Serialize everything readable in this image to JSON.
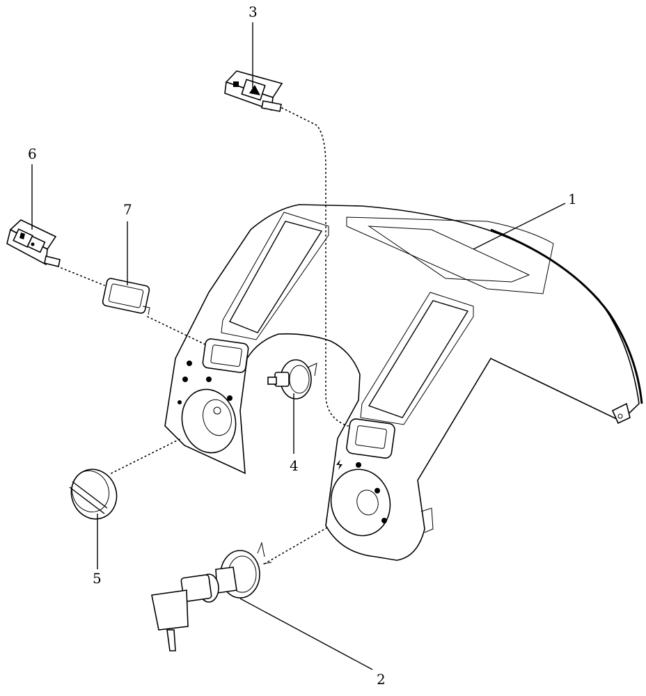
{
  "callouts": [
    {
      "id": "1",
      "label": "1"
    },
    {
      "id": "2",
      "label": "2"
    },
    {
      "id": "3",
      "label": "3"
    },
    {
      "id": "4",
      "label": "4"
    },
    {
      "id": "5",
      "label": "5"
    },
    {
      "id": "6",
      "label": "6"
    },
    {
      "id": "7",
      "label": "7"
    }
  ],
  "parts": {
    "panel_icon": "instrument-panel-icon",
    "ignition_icon": "ignition-switch-key-icon",
    "rocker_icon": "rocker-switch-icon",
    "rotary_icon": "rotary-switch-icon",
    "knob_icon": "control-knob-icon",
    "blank_icon": "blank-plug-icon"
  }
}
